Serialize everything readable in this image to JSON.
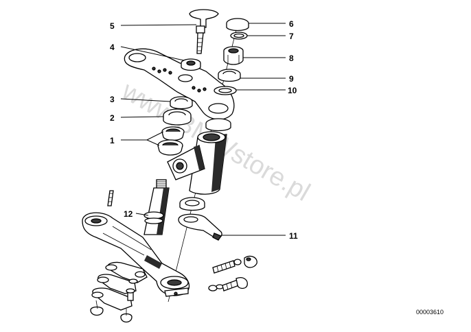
{
  "diagram": {
    "callouts": [
      {
        "id": "c5",
        "label": "5"
      },
      {
        "id": "c4",
        "label": "4"
      },
      {
        "id": "c3",
        "label": "3"
      },
      {
        "id": "c2",
        "label": "2"
      },
      {
        "id": "c1",
        "label": "1"
      },
      {
        "id": "c12",
        "label": "12"
      },
      {
        "id": "c6",
        "label": "6"
      },
      {
        "id": "c7",
        "label": "7"
      },
      {
        "id": "c8",
        "label": "8"
      },
      {
        "id": "c9",
        "label": "9"
      },
      {
        "id": "c10",
        "label": "10"
      },
      {
        "id": "c11",
        "label": "11"
      }
    ],
    "watermark": "www.BMWstore.pl",
    "reference_number": "00003610"
  }
}
